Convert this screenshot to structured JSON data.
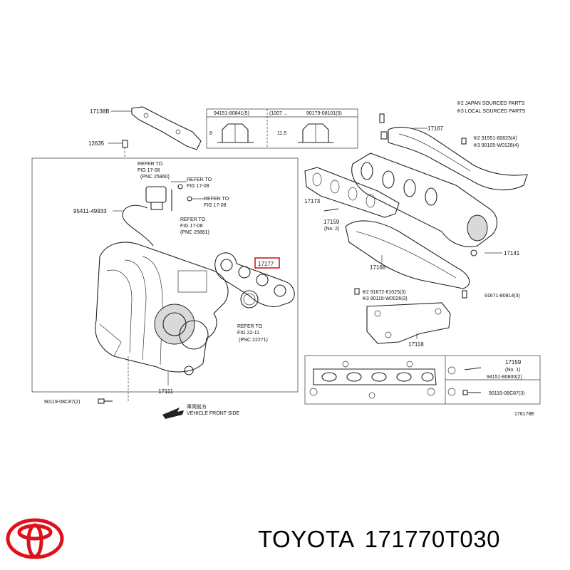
{
  "legend": {
    "note2": "※2 JAPAN SOURCED PARTS",
    "note3": "※3 LOCAL SOURCED PARTS"
  },
  "parts": {
    "p17138B": "17138B",
    "p12635": "12635",
    "p95411": "95411-49933",
    "p90119_1": "90119-08C87(2)",
    "p17111": "17111",
    "p17177": "17177",
    "p17167": "17167",
    "p17173": "17173",
    "p17159": "17159",
    "p17159_no": "(No. 2)",
    "p17168": "17168",
    "p17141": "17141",
    "p17118": "17118",
    "p91551": "※2 91551-80825(4)",
    "p90105": "※3 90105-W0128(4)",
    "p91672": "※2 91672-81025(3)",
    "p90119_w": "※3 90119-W0026(3)",
    "p91671": "91671-80814(3)",
    "box_17159": "17159",
    "box_17159_no": "(No. 1)",
    "box_94151": "94151-80800(2)",
    "box_90119": "90119-08C87(3)",
    "nut_94151": "94151-80841(5)",
    "nut_1007": "(1007 ...",
    "nut_90179": "90179-08101(5)",
    "dim_b": "8",
    "dim_115": "11.5"
  },
  "refs": {
    "r1a": "REFER TO",
    "r1b": "FIG 17-08",
    "r1c": "(PNC 25860)",
    "r2a": "REFER TO",
    "r2b": "FIG 17-08",
    "r3a": "REFER TO",
    "r3b": "FIG 17-08",
    "r4a": "REFER TO",
    "r4b": "FIG 17-08",
    "r4c": "(PNC 25861)",
    "r5a": "REFER TO",
    "r5b": "FIG 22-11",
    "r5c": "(PNC 22271)"
  },
  "front_label": "車両前方",
  "front_label_en": "VEHICLE FRONT SIDE",
  "figure_code": "176178E",
  "brand": {
    "name": "TOYOTA",
    "part_number": "171770T030",
    "logo_color": "#e0101a"
  }
}
